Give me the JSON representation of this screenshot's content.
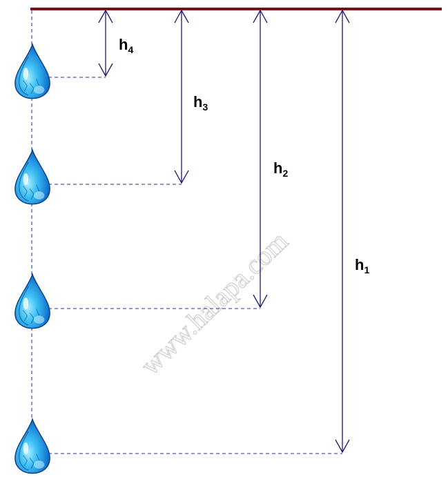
{
  "heights": [
    {
      "base": "h",
      "sub": "1"
    },
    {
      "base": "h",
      "sub": "2"
    },
    {
      "base": "h",
      "sub": "3"
    },
    {
      "base": "h",
      "sub": "4"
    }
  ],
  "watermark": "www.halapa.com",
  "colors": {
    "ceiling": "#7a1414",
    "arrow": "#1a1a6e",
    "dash": "#1f2f9a",
    "drop_dark": "#0b4fa8",
    "drop_light": "#5ad0ff",
    "watermark": "#c8c8c8"
  },
  "icons": {
    "drop": "water-drop-icon"
  }
}
